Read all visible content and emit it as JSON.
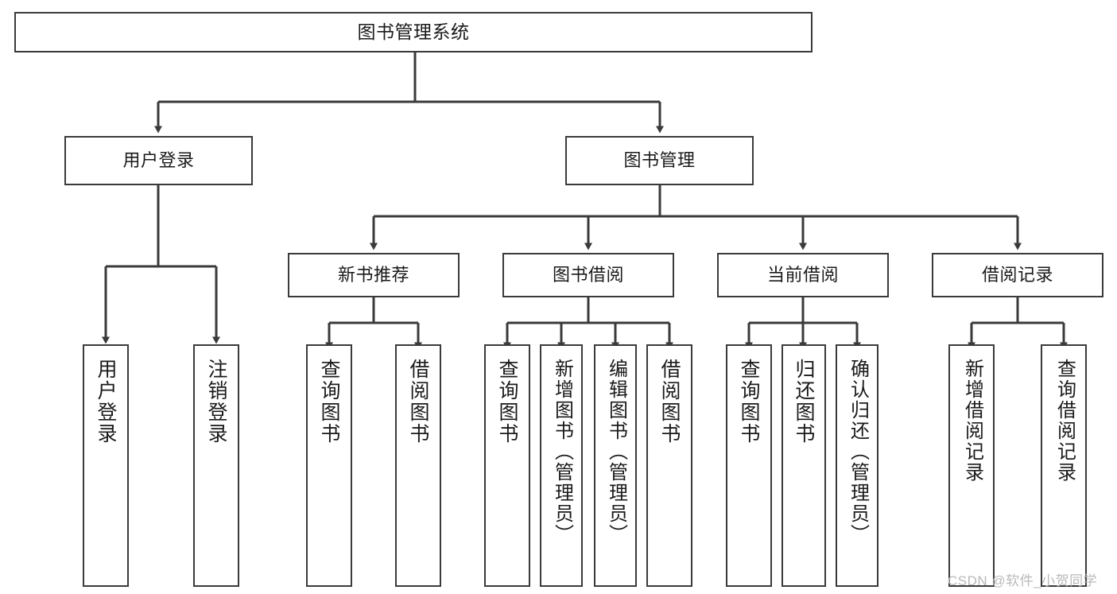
{
  "diagram": {
    "type": "hierarchy-tree",
    "title": "图书管理系统",
    "watermark": "CSDN @软件_小贺同学",
    "colors": {
      "box_border": "#3a3a3a",
      "box_fill": "#ffffff",
      "connector": "#3a3a3a",
      "text": "#1a1a1a",
      "watermark": "#b9b9b9"
    },
    "root": {
      "label": "图书管理系统"
    },
    "level2": [
      {
        "label": "用户登录"
      },
      {
        "label": "图书管理"
      }
    ],
    "level3": [
      {
        "label": "新书推荐"
      },
      {
        "label": "图书借阅"
      },
      {
        "label": "当前借阅"
      },
      {
        "label": "借阅记录"
      }
    ],
    "leaves": {
      "user_login": [
        {
          "label": "用户登录"
        },
        {
          "label": "注销登录"
        }
      ],
      "new_book": [
        {
          "label": "查询图书"
        },
        {
          "label": "借阅图书"
        }
      ],
      "book_borrow": [
        {
          "label": "查询图书"
        },
        {
          "label": "新增图书（管理员）"
        },
        {
          "label": "编辑图书（管理员）"
        },
        {
          "label": "借阅图书"
        }
      ],
      "current_borrow": [
        {
          "label": "查询图书"
        },
        {
          "label": "归还图书"
        },
        {
          "label": "确认归还（管理员）"
        }
      ],
      "borrow_record": [
        {
          "label": "新增借阅记录"
        },
        {
          "label": "查询借阅记录"
        }
      ]
    }
  }
}
